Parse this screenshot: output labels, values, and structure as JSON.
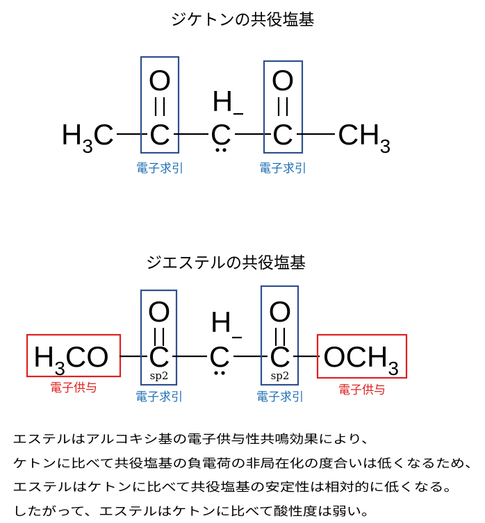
{
  "colors": {
    "blue_label": "#1f6fb3",
    "red_label": "#e02020",
    "blue_box": "#2f4f8f",
    "red_box": "#e02020"
  },
  "diketone": {
    "title": "ジケトンの共役塩基",
    "left_group": {
      "main": "H",
      "sub": "3",
      "tail": "C"
    },
    "carbonyl_o": "O",
    "carbonyl_c": "C",
    "center_h": "H",
    "center_c": "C",
    "right_group": {
      "main": "CH",
      "sub": "3"
    },
    "label_left": "電子求引",
    "label_right": "電子求引"
  },
  "diester": {
    "title": "ジエステルの共役塩基",
    "left_group": {
      "main": "H",
      "sub": "3",
      "tail": "CO"
    },
    "carbonyl_o": "O",
    "carbonyl_c": "C",
    "hybrid": "sp2",
    "center_h": "H",
    "center_c": "C",
    "right_group": {
      "main": "OCH",
      "sub": "3"
    },
    "label_donor_left": "電子供与",
    "label_donor_right": "電子供与",
    "label_left": "電子求引",
    "label_right": "電子求引"
  },
  "explanation": [
    "エステルはアルコキシ基の電子供与性共鳴効果により、",
    "ケトンに比べて共役塩基の負電荷の非局在化の度合いは低くなるため、",
    "エステルはケトンに比べて共役塩基の安定性は相対的に低くなる。",
    "したがって、エステルはケトンに比べて酸性度は弱い。"
  ]
}
